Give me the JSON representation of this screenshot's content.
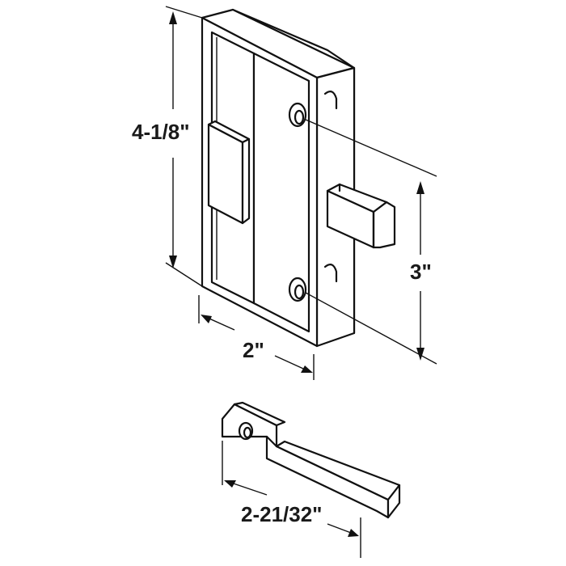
{
  "dimensions": {
    "height_overall": "4-1/8\"",
    "width": "2\"",
    "hole_spacing": "3\"",
    "strike_length": "2-21/32\""
  },
  "colors": {
    "line": "#111111",
    "background": "#ffffff"
  }
}
